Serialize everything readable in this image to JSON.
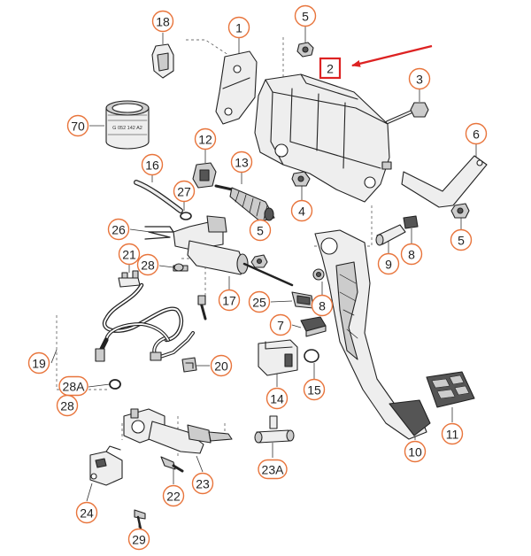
{
  "colors": {
    "callout_border": "#e8743b",
    "highlight": "#dd2222",
    "line": "#222222",
    "fill_light": "#eeeeee",
    "fill_mid": "#cccccc",
    "fill_dark": "#555555"
  },
  "callouts": [
    {
      "id": "18",
      "label": "18"
    },
    {
      "id": "1",
      "label": "1"
    },
    {
      "id": "5a",
      "label": "5"
    },
    {
      "id": "2",
      "label": "2"
    },
    {
      "id": "3",
      "label": "3"
    },
    {
      "id": "70",
      "label": "70"
    },
    {
      "id": "12",
      "label": "12"
    },
    {
      "id": "6",
      "label": "6"
    },
    {
      "id": "16",
      "label": "16"
    },
    {
      "id": "13",
      "label": "13"
    },
    {
      "id": "27",
      "label": "27"
    },
    {
      "id": "4",
      "label": "4"
    },
    {
      "id": "26",
      "label": "26"
    },
    {
      "id": "5b",
      "label": "5"
    },
    {
      "id": "5c",
      "label": "5"
    },
    {
      "id": "21",
      "label": "21"
    },
    {
      "id": "28top",
      "label": "28"
    },
    {
      "id": "9",
      "label": "9"
    },
    {
      "id": "8a",
      "label": "8"
    },
    {
      "id": "17",
      "label": "17"
    },
    {
      "id": "25",
      "label": "25"
    },
    {
      "id": "8b",
      "label": "8"
    },
    {
      "id": "7",
      "label": "7"
    },
    {
      "id": "19",
      "label": "19"
    },
    {
      "id": "20",
      "label": "20"
    },
    {
      "id": "28A",
      "label": "28A"
    },
    {
      "id": "28bot",
      "label": "28"
    },
    {
      "id": "14",
      "label": "14"
    },
    {
      "id": "15",
      "label": "15"
    },
    {
      "id": "11",
      "label": "11"
    },
    {
      "id": "10",
      "label": "10"
    },
    {
      "id": "23A",
      "label": "23A"
    },
    {
      "id": "22",
      "label": "22"
    },
    {
      "id": "23",
      "label": "23"
    },
    {
      "id": "24",
      "label": "24"
    },
    {
      "id": "29",
      "label": "29"
    }
  ],
  "drum_text": "G 052 142 A2"
}
